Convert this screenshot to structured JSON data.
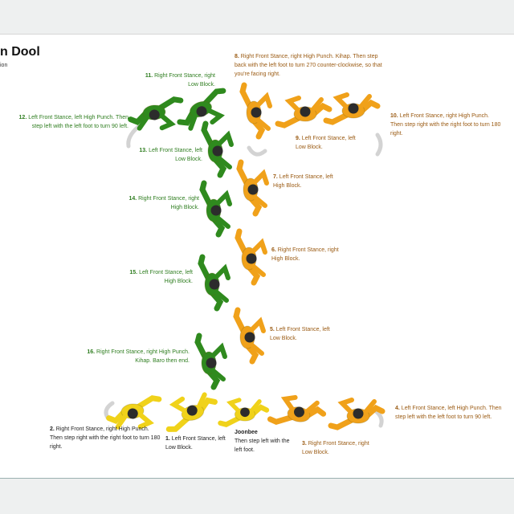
{
  "title": "n Dool",
  "subtitle": "ion",
  "colors": {
    "green": "#2f8a1e",
    "orange": "#f0a11a",
    "yellow": "#f0d21a",
    "dark": "#2c2c2c",
    "arrow": "#cfcfcf"
  },
  "steps": [
    {
      "num": "1.",
      "text": "Left Front Stance, left Low Block."
    },
    {
      "num": "2.",
      "text": "Right Front Stance, right High Punch. Then step right with the right foot to turn 180 right."
    },
    {
      "num": "3.",
      "text": "Right Front Stance, right Low Block."
    },
    {
      "num": "4.",
      "text": "Left Front Stance, left High Punch. Then step left with the left foot to turn 90 left."
    },
    {
      "num": "5.",
      "text": "Left Front Stance, left Low Block."
    },
    {
      "num": "6.",
      "text": "Right Front Stance, right High Block."
    },
    {
      "num": "7.",
      "text": "Left Front Stance, left High Block."
    },
    {
      "num": "8.",
      "text": "Right Front Stance, right High Punch. Kihap. Then step back with the left foot to turn 270 counter-clockwise, so that you're facing right."
    },
    {
      "num": "9.",
      "text": "Left Front Stance, left Low Block."
    },
    {
      "num": "10.",
      "text": "Left Front Stance, right High Punch. Then step right with the right foot to turn 180 right."
    },
    {
      "num": "11.",
      "text": "Right Front Stance, right Low Block."
    },
    {
      "num": "12.",
      "text": "Left Front Stance, left High Punch. Then step left with the left foot to turn 90 left."
    },
    {
      "num": "13.",
      "text": "Left Front Stance, left Low Block."
    },
    {
      "num": "14.",
      "text": "Right Front Stance, right High Block."
    },
    {
      "num": "15.",
      "text": "Left Front Stance, left High Block."
    },
    {
      "num": "16.",
      "text": "Right Front Stance, right High Punch. Kihap. Baro then end."
    }
  ],
  "joonbee": {
    "title": "Joonbee",
    "text": "Then step left with the left foot."
  }
}
